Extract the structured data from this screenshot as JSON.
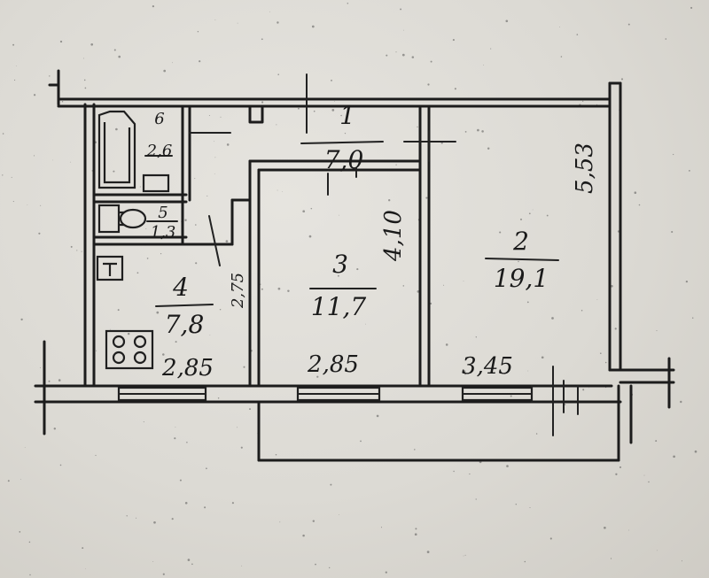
{
  "rooms": [
    {
      "id": "1",
      "number": "1",
      "area": "7,0"
    },
    {
      "id": "2",
      "number": "2",
      "area": "19,1"
    },
    {
      "id": "3",
      "number": "3",
      "area": "11,7"
    },
    {
      "id": "4",
      "number": "4",
      "area": "7,8"
    },
    {
      "id": "5",
      "number": "5",
      "area": "1,3"
    },
    {
      "id": "6",
      "number": "6",
      "area": "2,6"
    }
  ],
  "dimensions": {
    "room4_width": "2,85",
    "room3_width": "2,85",
    "room2_width": "3,45",
    "room3_depth": "4,10",
    "room2_depth": "5,53",
    "corridor_span": "2,75"
  },
  "colors": {
    "ink": "#1c1c1c",
    "paper": "#dcdad4"
  }
}
